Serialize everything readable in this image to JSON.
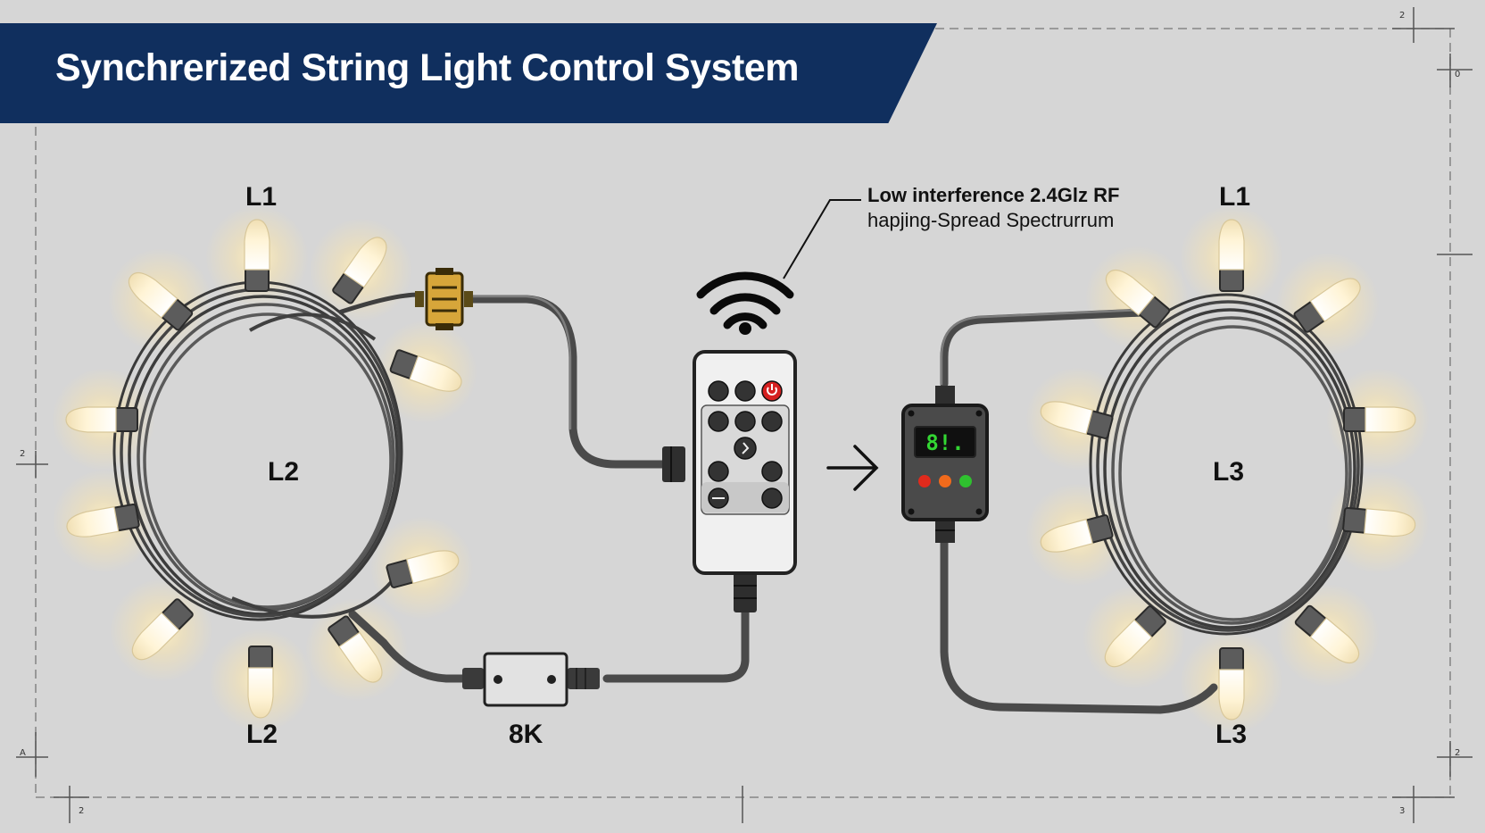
{
  "title": "Synchrerized String Light Control System",
  "labels": {
    "left_top": "L1",
    "left_center": "L2",
    "left_bottom": "L2",
    "right_top": "L1",
    "right_center": "L3",
    "right_bottom": "L3",
    "module": "8K"
  },
  "annotation": {
    "line1": "Low interference 2.4Glz RF",
    "line2": "hapjing-Spread Spectrurrum"
  },
  "controller_display": "8!.",
  "controller_leds": [
    "#e02a1c",
    "#f06a1c",
    "#2fc12f"
  ],
  "colors": {
    "banner": "#102f5e",
    "background": "#d6d6d6",
    "wire": "#4a4a4a",
    "bulb": "#fff6dc",
    "bulb_glow": "#ffe7a8"
  },
  "frame_marks": {
    "top_right": "2",
    "right_upper": "0",
    "left_mid": "2",
    "left_bottom": "A",
    "bottom_left": "2",
    "bottom_right": "3",
    "right_bottom": "2"
  }
}
